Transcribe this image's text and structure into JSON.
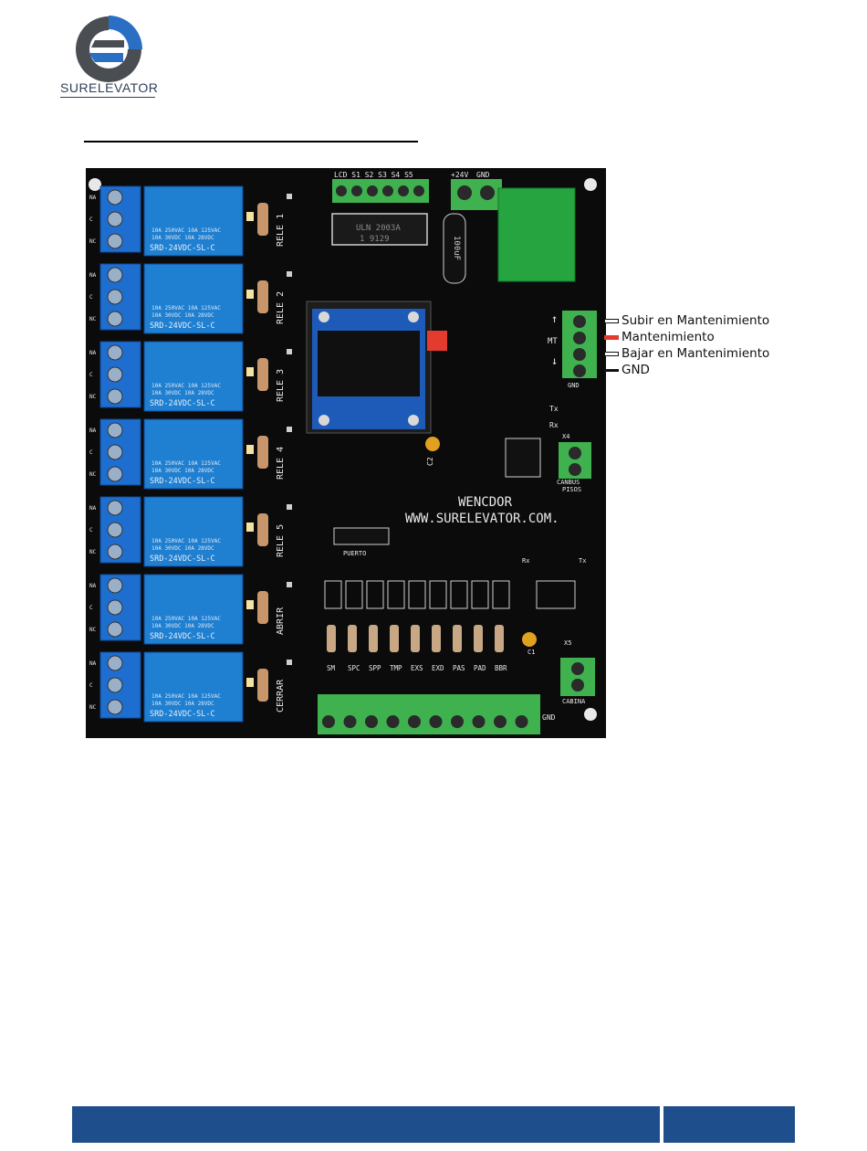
{
  "logo": {
    "text": "SURELEVATOR",
    "icon": "surelevator-logo-icon",
    "colors": {
      "dark": "#4a4d52",
      "blue": "#2a6fc4"
    }
  },
  "board": {
    "relays": [
      {
        "label": "RELE 1",
        "model": "SRD-24VDC-SL-C"
      },
      {
        "label": "RELE 2",
        "model": "SRD-24VDC-SL-C"
      },
      {
        "label": "RELE 3",
        "model": "SRD-24VDC-SL-C"
      },
      {
        "label": "RELE 4",
        "model": "SRD-24VDC-SL-C"
      },
      {
        "label": "RELE 5",
        "model": "SRD-24VDC-SL-C"
      },
      {
        "label": "ABRIR",
        "model": "SRD-24VDC-SL-C"
      },
      {
        "label": "CERRAR",
        "model": "SRD-24VDC-SL-C"
      }
    ],
    "relay_specs": [
      "10A 250VAC",
      "10A 30VDC",
      "10A 125VAC",
      "10A 28VDC"
    ],
    "relay_terminals": [
      "NA",
      "C",
      "NC"
    ],
    "top_connector_labels": [
      "LCD",
      "S1",
      "S2",
      "S3",
      "S4",
      "S5"
    ],
    "power_labels": [
      "+24V",
      "GND"
    ],
    "ic_text": [
      "ULN 2003A",
      "1 9129"
    ],
    "capacitor_text": "100uF",
    "maintenance_symbols": [
      "↑",
      "MT",
      "↓"
    ],
    "maintenance_gnd": "GND",
    "serial_labels": [
      "Tx",
      "Rx"
    ],
    "can_label": [
      "CANBUS",
      "PISOS"
    ],
    "can_chip": "X4",
    "capacitor_c2": "C2",
    "encoder_name": "WENCDOR",
    "website": "WWW.SURELEVATOR.COM.",
    "port_label": "PUERTO",
    "rx_tx": [
      "Rx",
      "Tx"
    ],
    "x5": "X5",
    "c1": "C1",
    "input_labels": [
      "SM",
      "SPC",
      "SPP",
      "TMP",
      "EXS",
      "EXD",
      "PAS",
      "PAD",
      "BBR"
    ],
    "bottom_gnd": "GND",
    "cabina_label": "CABINA",
    "colors": {
      "pcb": "#0b0b0b",
      "relay": "#1f7fd0",
      "terminal_blue": "#1e6ed0",
      "terminal_green": "#3fb24f",
      "red": "#e33b2e"
    }
  },
  "legend": [
    {
      "label": "Subir en Mantenimiento",
      "color": "#ffffff"
    },
    {
      "label": "Mantenimiento",
      "color": "#e33b2e"
    },
    {
      "label": "Bajar en Mantenimiento",
      "color": "#ffffff"
    },
    {
      "label": "GND",
      "color": "#111111"
    }
  ],
  "footer": {
    "color": "#1f4e8c"
  }
}
